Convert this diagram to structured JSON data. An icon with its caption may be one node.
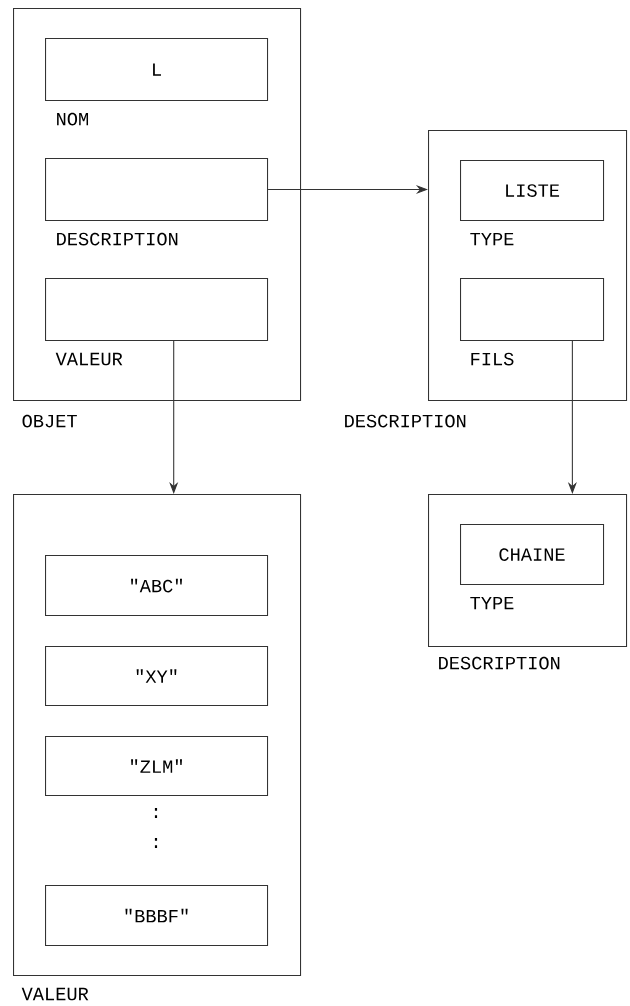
{
  "diagram": {
    "nodes": [
      {
        "text": [
          "OBJET"
        ]
      },
      {
        "text": [
          "L",
          "NOM"
        ],
        "in": 0
      },
      {
        "text": [
          "DESCRIPTION"
        ],
        "in": 0
      },
      {
        "text": [
          "VALEUR"
        ],
        "in": 0
      },
      {
        "text": [
          "DESCRIPTION"
        ]
      },
      {
        "text": [
          "LISTE",
          "TYPE"
        ],
        "in": 4
      },
      {
        "text": [
          "FILS"
        ],
        "in": 4
      },
      {
        "text": [
          "VALEUR"
        ]
      },
      {
        "text": [
          "\"ABC\""
        ],
        "in": 7
      },
      {
        "text": [
          "\"XY\""
        ],
        "in": 7
      },
      {
        "text": [
          "\"ZLM\""
        ],
        "in": 7
      },
      {
        "text": [
          "\"BBBF\""
        ],
        "in": 7
      },
      {
        "text": [
          "DESCRIPTION"
        ]
      },
      {
        "text": [
          "CHAINE",
          "TYPE"
        ],
        "in": 12
      }
    ],
    "edges": [
      {
        "from": 2,
        "to": 4,
        "arrow": "to"
      },
      {
        "from": 3,
        "to": 7,
        "arrow": "to"
      },
      {
        "from": 6,
        "to": 12,
        "arrow": "to"
      }
    ],
    "labels": [
      ":",
      ":"
    ]
  }
}
